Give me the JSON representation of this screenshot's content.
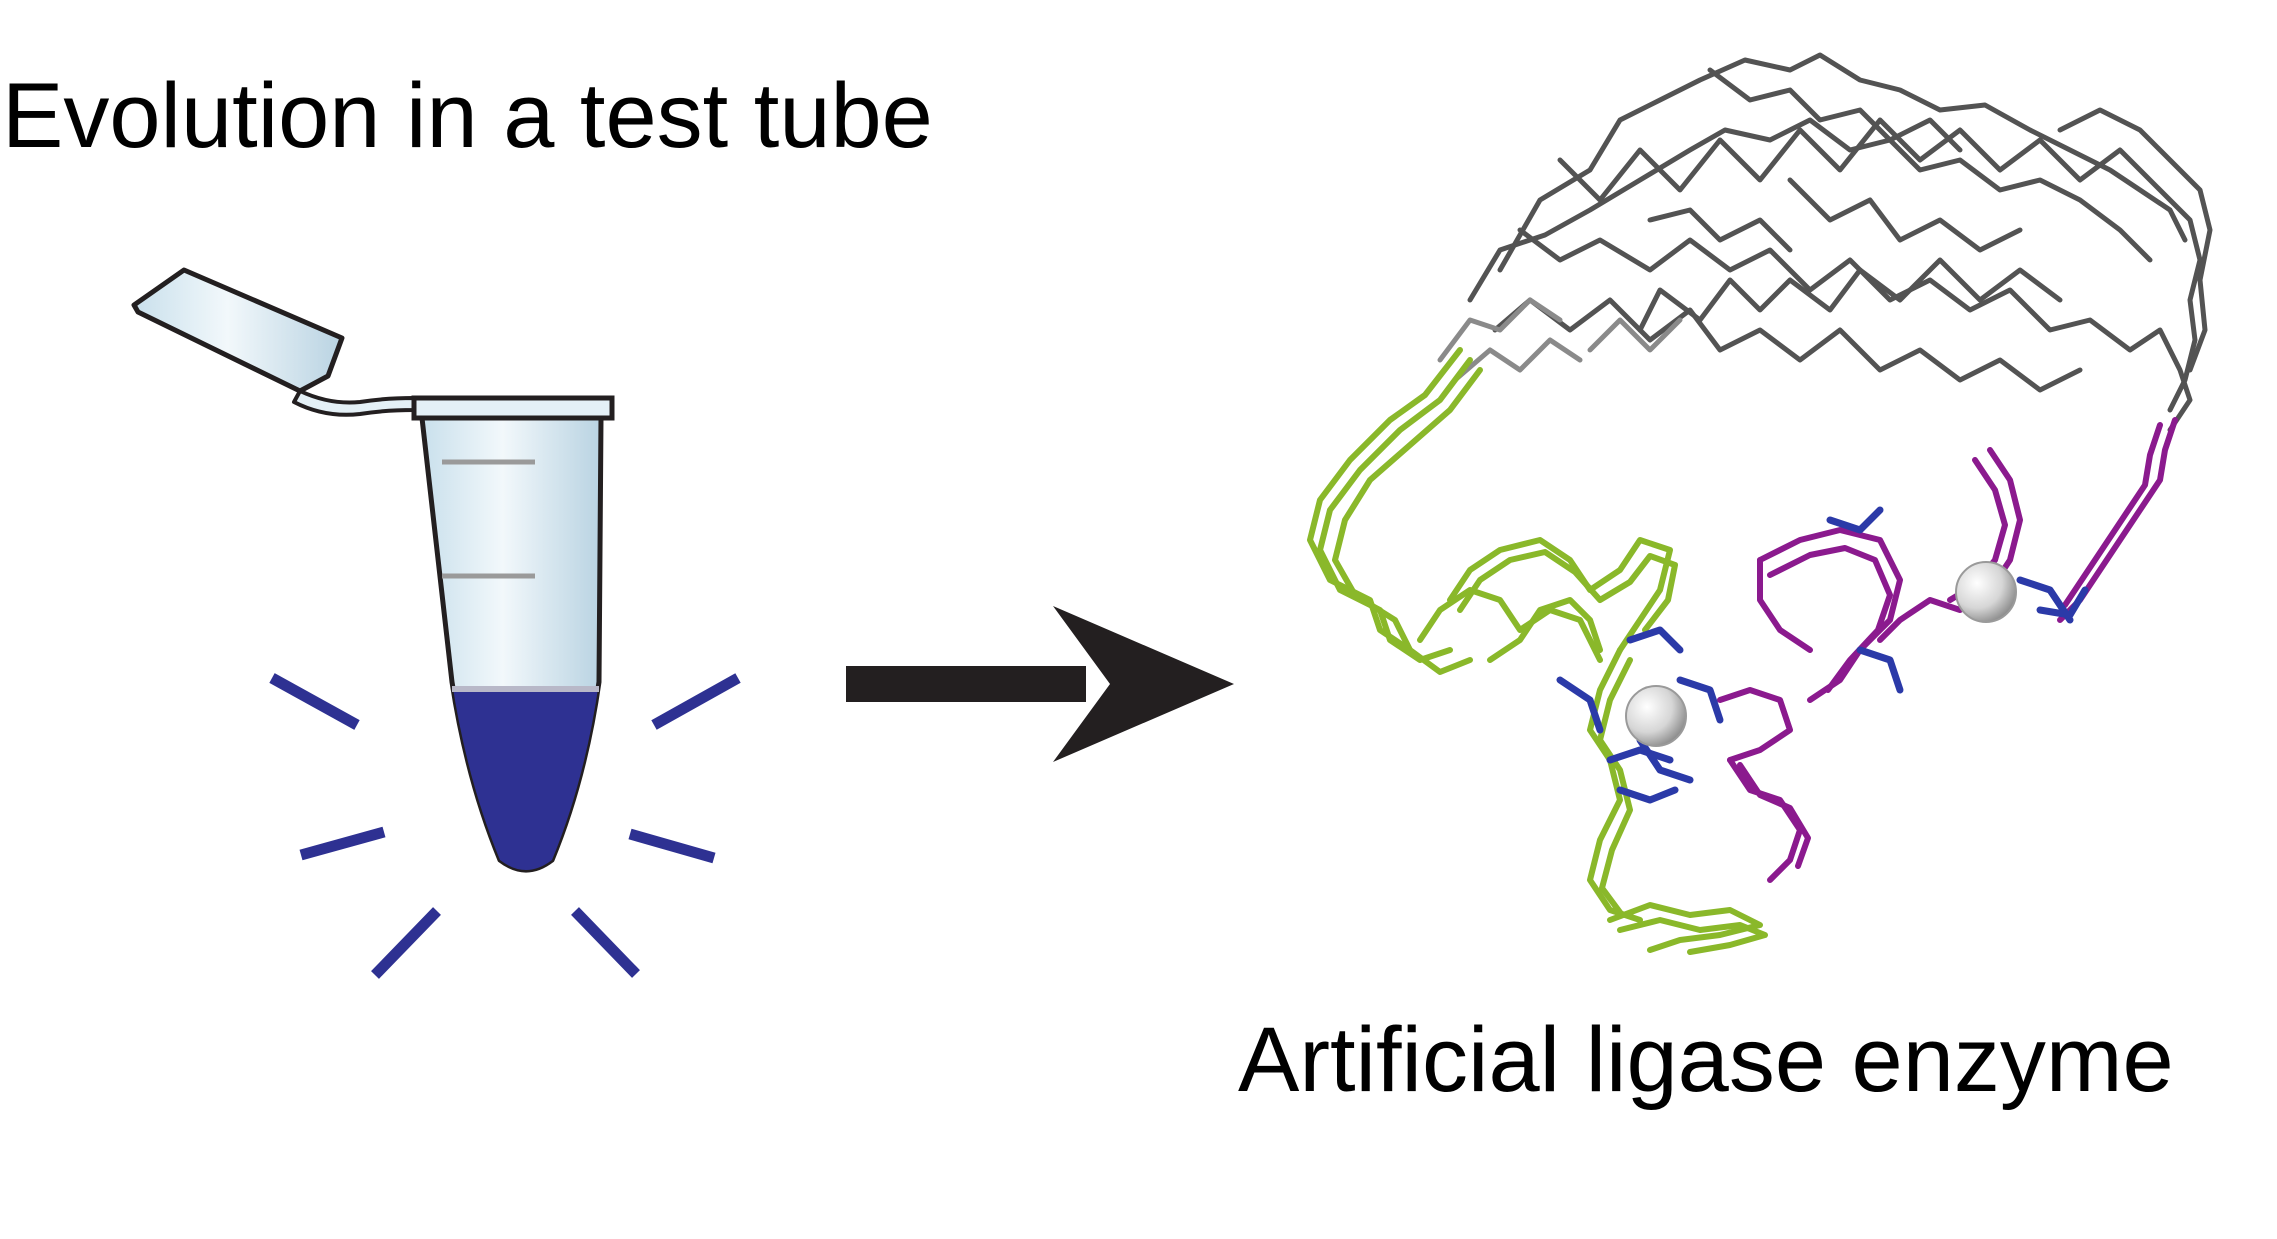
{
  "labels": {
    "left_title": "Evolution in a test tube",
    "right_title": "Artificial ligase enzyme"
  },
  "colors": {
    "liquid": "#2e3192",
    "glow_rays": "#2e3192",
    "arrow": "#231f20",
    "tube_outline": "#231f20",
    "tube_fill": "#e4f0f6",
    "backbone_gray": "#4a4a4a",
    "strand_green": "#8ab82a",
    "strand_magenta": "#8b1a8e",
    "base_blue": "#2b3aa8",
    "metal_ion": "#d9d9d9"
  },
  "icons": {
    "tube": "microcentrifuge-tube-icon",
    "arrow": "right-arrow-icon",
    "structure": "rna-ligase-structure-image"
  }
}
